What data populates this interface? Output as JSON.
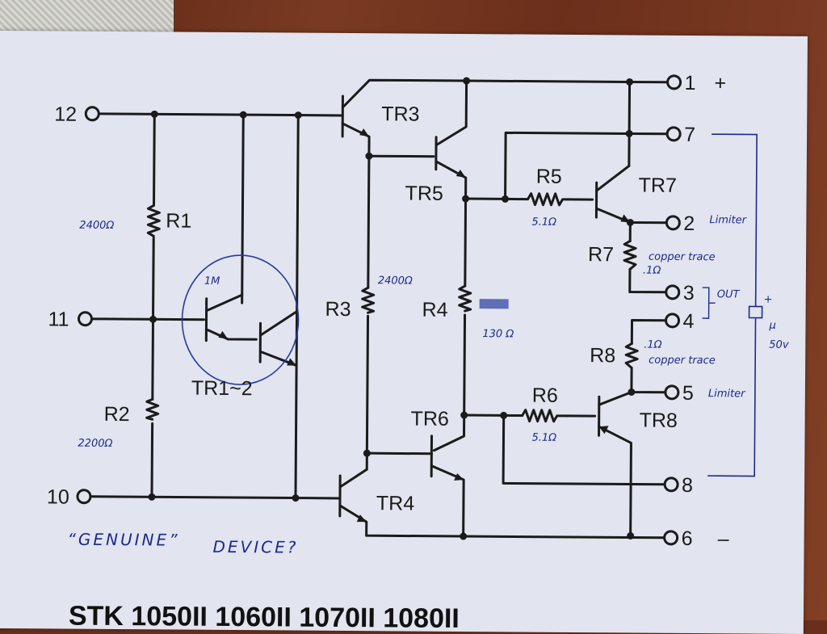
{
  "terminals": {
    "t12": "12",
    "t11": "11",
    "t10": "10",
    "t1": "1",
    "t7": "7",
    "t2": "2",
    "t3": "3",
    "t4": "4",
    "t5": "5",
    "t8": "8",
    "t6": "6"
  },
  "polarity": {
    "plus": "+",
    "minus": "–"
  },
  "components": {
    "tr3": "TR3",
    "tr4": "TR4",
    "tr5": "TR5",
    "tr6": "TR6",
    "tr7": "TR7",
    "tr8": "TR8",
    "tr12": "TR1~2",
    "r1": "R1",
    "r2": "R2",
    "r3": "R3",
    "r4": "R4",
    "r5": "R5",
    "r6": "R6",
    "r7": "R7",
    "r8": "R8"
  },
  "handwritten": {
    "r1_val": "2400Ω",
    "r2_val": "2200Ω",
    "r3_val": "2400Ω",
    "r4_val": "130 Ω",
    "r5_val": "5.1Ω",
    "r6_val": "5.1Ω",
    "r7_val": ".1Ω",
    "r8_val": ".1Ω",
    "tr12_note": "1M",
    "copper1": "copper trace",
    "copper2": "copper trace",
    "limiter1": "Limiter",
    "limiter2": "Limiter",
    "out": "OUT",
    "cap_plus": "+",
    "cap_val": "50v",
    "cap_mu": "μ",
    "genuine": "“GENUINE”",
    "device": "DEVICE?"
  },
  "footer": {
    "models": "STK 1050II  1060II  1070II  1080II"
  }
}
